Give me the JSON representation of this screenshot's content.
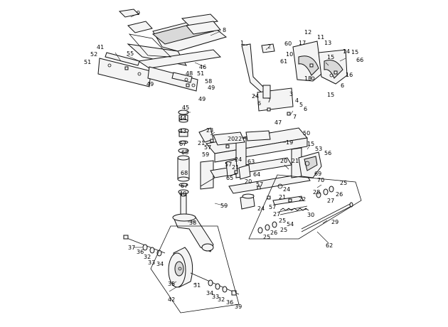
{
  "callouts": [
    {
      "id": "c1",
      "text": "9"
    },
    {
      "id": "c2",
      "text": "8"
    },
    {
      "id": "c3",
      "text": "41"
    },
    {
      "id": "c4",
      "text": "52"
    },
    {
      "id": "c5",
      "text": "51"
    },
    {
      "id": "c6",
      "text": "55"
    },
    {
      "id": "c7",
      "text": "46"
    },
    {
      "id": "c8",
      "text": "48"
    },
    {
      "id": "c9",
      "text": "51"
    },
    {
      "id": "c10",
      "text": "58"
    },
    {
      "id": "c11",
      "text": "49"
    },
    {
      "id": "c12",
      "text": "49"
    },
    {
      "id": "c13",
      "text": "49"
    },
    {
      "id": "c14",
      "text": "1"
    },
    {
      "id": "c15",
      "text": "2"
    },
    {
      "id": "c16",
      "text": "12"
    },
    {
      "id": "c17",
      "text": "60"
    },
    {
      "id": "c18",
      "text": "17"
    },
    {
      "id": "c19",
      "text": "11"
    },
    {
      "id": "c20",
      "text": "13"
    },
    {
      "id": "c21",
      "text": "10"
    },
    {
      "id": "c22",
      "text": "61"
    },
    {
      "id": "c23",
      "text": "14"
    },
    {
      "id": "c24",
      "text": "15"
    },
    {
      "id": "c25",
      "text": "15"
    },
    {
      "id": "c26",
      "text": "66"
    },
    {
      "id": "c27",
      "text": "16"
    },
    {
      "id": "c28",
      "text": "18"
    },
    {
      "id": "c29",
      "text": "6"
    },
    {
      "id": "c30",
      "text": "15"
    },
    {
      "id": "c31",
      "text": "24"
    },
    {
      "id": "c32",
      "text": "3"
    },
    {
      "id": "c33",
      "text": "7"
    },
    {
      "id": "c34",
      "text": "6"
    },
    {
      "id": "c35",
      "text": "4"
    },
    {
      "id": "c36",
      "text": "5"
    },
    {
      "id": "c37",
      "text": "6"
    },
    {
      "id": "c38",
      "text": "7"
    },
    {
      "id": "c39",
      "text": "47"
    },
    {
      "id": "c40",
      "text": "50"
    },
    {
      "id": "c41",
      "text": "45"
    },
    {
      "id": "c42",
      "text": "44"
    },
    {
      "id": "c43",
      "text": "43"
    },
    {
      "id": "c44",
      "text": "23"
    },
    {
      "id": "c45",
      "text": "67"
    },
    {
      "id": "c46",
      "text": "21"
    },
    {
      "id": "c47",
      "text": "20"
    },
    {
      "id": "c48",
      "text": "22"
    },
    {
      "id": "c49",
      "text": "57"
    },
    {
      "id": "c50",
      "text": "68"
    },
    {
      "id": "c51",
      "text": "59"
    },
    {
      "id": "c52",
      "text": "19"
    },
    {
      "id": "c53",
      "text": "15"
    },
    {
      "id": "c54",
      "text": "53"
    },
    {
      "id": "c55",
      "text": "56"
    },
    {
      "id": "c56",
      "text": "24"
    },
    {
      "id": "c57",
      "text": "63"
    },
    {
      "id": "c58",
      "text": "57"
    },
    {
      "id": "c59",
      "text": "21"
    },
    {
      "id": "c60",
      "text": "20"
    },
    {
      "id": "c61",
      "text": "21"
    },
    {
      "id": "c62",
      "text": "68"
    },
    {
      "id": "c63",
      "text": "65"
    },
    {
      "id": "c64",
      "text": "64"
    },
    {
      "id": "c65",
      "text": "69"
    },
    {
      "id": "c66",
      "text": "70"
    },
    {
      "id": "c67",
      "text": "24"
    },
    {
      "id": "c68",
      "text": "67"
    },
    {
      "id": "c69",
      "text": "20"
    },
    {
      "id": "c70",
      "text": "57"
    },
    {
      "id": "c71",
      "text": "25"
    },
    {
      "id": "c72",
      "text": "40"
    },
    {
      "id": "c73",
      "text": "28"
    },
    {
      "id": "c74",
      "text": "26"
    },
    {
      "id": "c75",
      "text": "21"
    },
    {
      "id": "c76",
      "text": "22"
    },
    {
      "id": "c77",
      "text": "27"
    },
    {
      "id": "c78",
      "text": "59"
    },
    {
      "id": "c79",
      "text": "24"
    },
    {
      "id": "c80",
      "text": "57"
    },
    {
      "id": "c81",
      "text": "27"
    },
    {
      "id": "c82",
      "text": "30"
    },
    {
      "id": "c83",
      "text": "25"
    },
    {
      "id": "c84",
      "text": "54"
    },
    {
      "id": "c85",
      "text": "29"
    },
    {
      "id": "c86",
      "text": "25"
    },
    {
      "id": "c87",
      "text": "26"
    },
    {
      "id": "c88",
      "text": "25"
    },
    {
      "id": "c89",
      "text": "62"
    },
    {
      "id": "c90",
      "text": "38"
    },
    {
      "id": "c91",
      "text": "37"
    },
    {
      "id": "c92",
      "text": "36"
    },
    {
      "id": "c93",
      "text": "32"
    },
    {
      "id": "c94",
      "text": "33"
    },
    {
      "id": "c95",
      "text": "34"
    },
    {
      "id": "c96",
      "text": "31"
    },
    {
      "id": "c97",
      "text": "35"
    },
    {
      "id": "c98",
      "text": "34"
    },
    {
      "id": "c99",
      "text": "33"
    },
    {
      "id": "c100",
      "text": "32"
    },
    {
      "id": "c101",
      "text": "36"
    },
    {
      "id": "c102",
      "text": "39"
    },
    {
      "id": "c103",
      "text": "42"
    }
  ]
}
